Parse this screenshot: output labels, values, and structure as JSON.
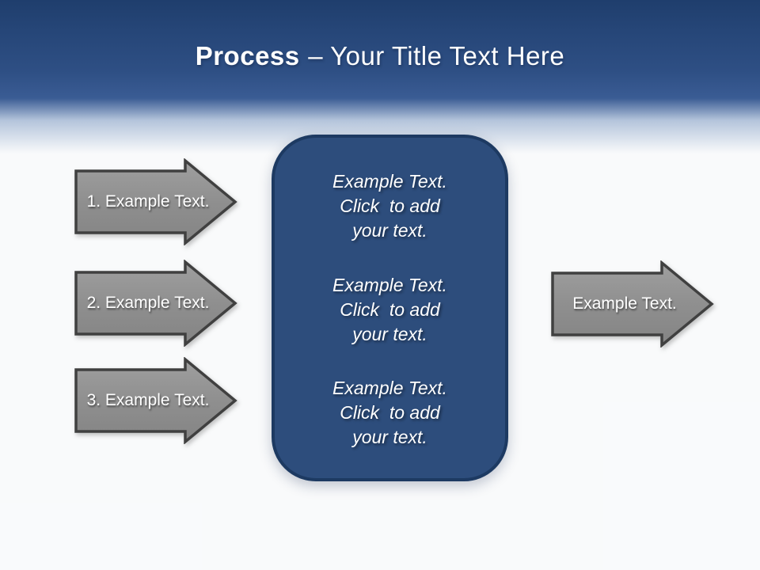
{
  "slide": {
    "header": {
      "title_bold": "Process",
      "title_rest": "– Your Title Text Here"
    },
    "left_arrows": [
      {
        "label": "1. Example Text."
      },
      {
        "label": "2. Example Text."
      },
      {
        "label": "3. Example Text."
      }
    ],
    "right_arrow": {
      "label": "Example Text."
    },
    "center_box": {
      "blocks": [
        {
          "line1": "Example Text.",
          "line2": "Click  to add",
          "line3": "your text."
        },
        {
          "line1": "Example Text.",
          "line2": "Click  to add",
          "line3": "your text."
        },
        {
          "line1": "Example Text.",
          "line2": "Click  to add",
          "line3": "your text."
        }
      ]
    },
    "colors": {
      "header_blue_top": "#1f3e6d",
      "header_blue_bottom": "#3a5c94",
      "box_fill": "#2d4d7c",
      "box_border": "#1d3a62",
      "arrow_fill": "#8f8f8f",
      "arrow_fill_light": "#a0a0a0",
      "arrow_border": "#404040",
      "text_white": "#ffffff"
    }
  }
}
